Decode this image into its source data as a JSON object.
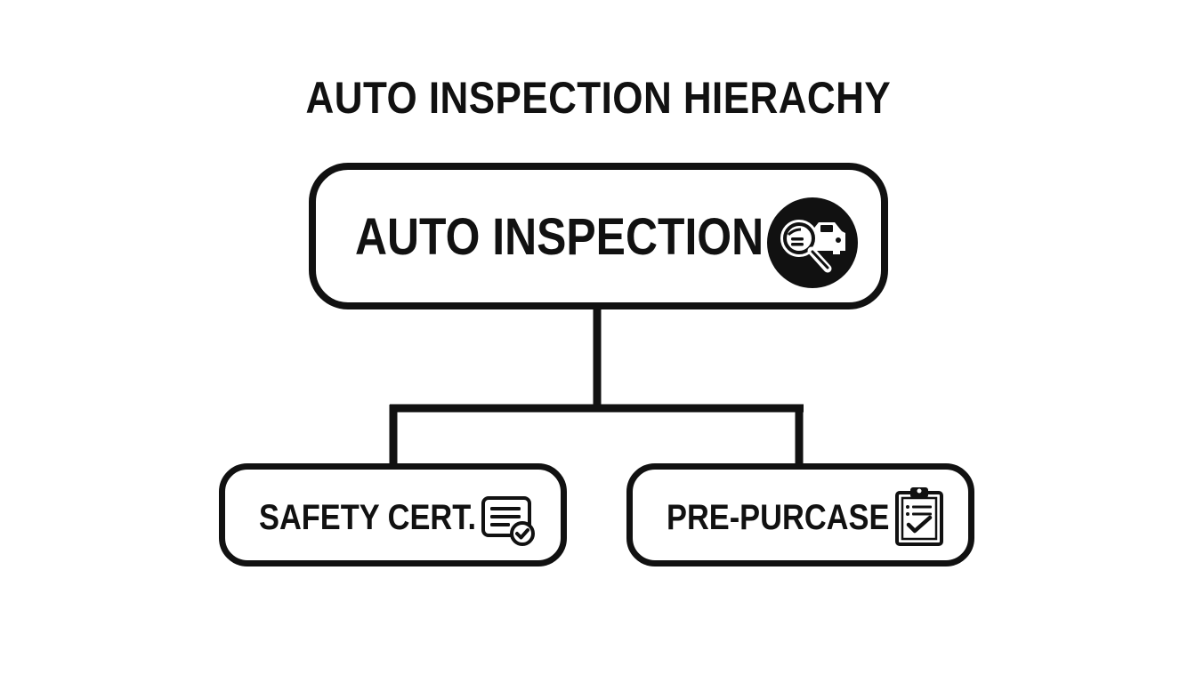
{
  "diagram": {
    "title": "AUTO INSPECTION HIERACHY",
    "root": {
      "label": "AUTO INSPECTION",
      "icon": "magnifier-car-icon"
    },
    "children": [
      {
        "label": "SAFETY CERT.",
        "icon": "certificate-check-icon"
      },
      {
        "label": "PRE-PURCASE",
        "icon": "clipboard-check-icon"
      }
    ],
    "colors": {
      "stroke": "#111111",
      "background": "#ffffff"
    }
  }
}
